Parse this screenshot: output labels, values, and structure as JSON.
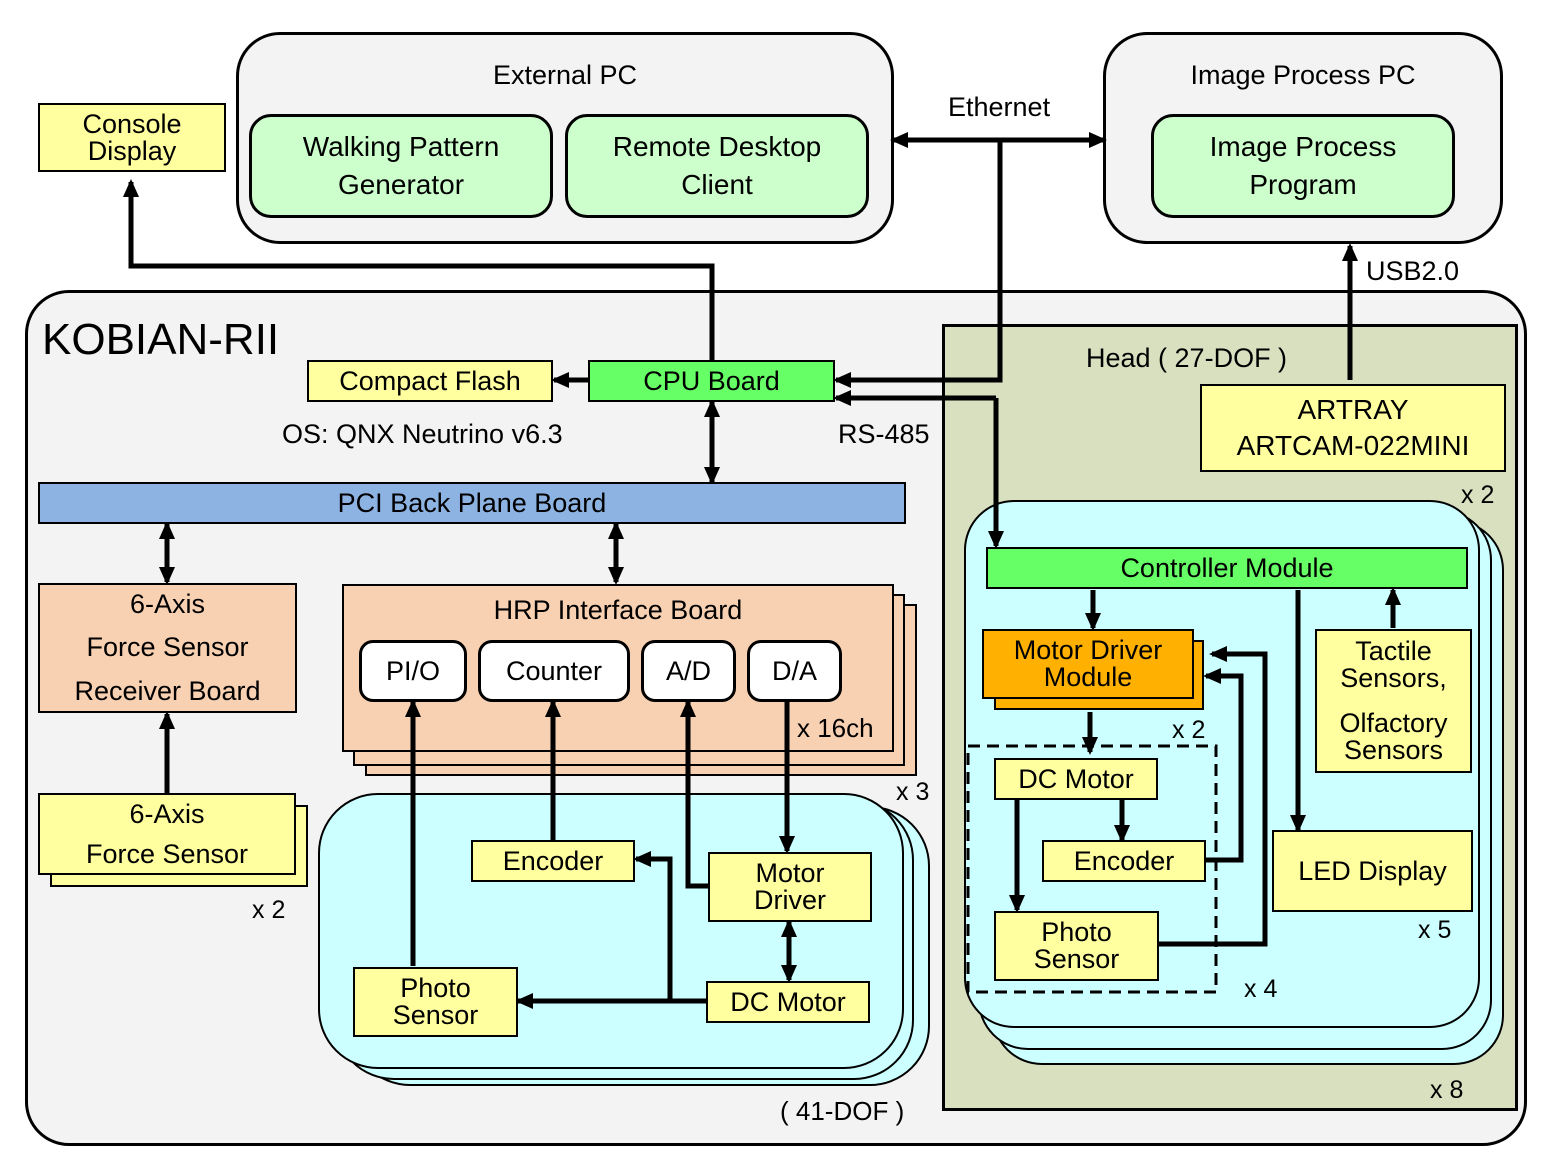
{
  "ext_pc": {
    "title": "External PC",
    "walking": [
      "Walking Pattern",
      "Generator"
    ],
    "remote": [
      "Remote Desktop",
      "Client"
    ]
  },
  "ethernet": "Ethernet",
  "img_pc": {
    "title": "Image Process PC",
    "program": [
      "Image Process",
      "Program"
    ]
  },
  "console": [
    "Console",
    "Display"
  ],
  "usb": "USB2.0",
  "robot": {
    "title": "KOBIAN-RII"
  },
  "compact_flash": "Compact Flash",
  "cpu_board": "CPU Board",
  "os": "OS: QNX Neutrino v6.3",
  "rs485": "RS-485",
  "pci": "PCI Back Plane Board",
  "force_receiver": [
    "6-Axis",
    "Force Sensor",
    "Receiver Board"
  ],
  "force_sensor": [
    "6-Axis",
    "Force Sensor"
  ],
  "x2_force": "x 2",
  "hrp": {
    "title": "HRP Interface Board",
    "ports": [
      "PI/O",
      "Counter",
      "A/D",
      "D/A"
    ],
    "ch": "x 16ch",
    "x3": "x 3"
  },
  "body_joint": {
    "encoder": "Encoder",
    "motor_driver": [
      "Motor",
      "Driver"
    ],
    "photo": [
      "Photo",
      "Sensor"
    ],
    "dc_motor": "DC Motor",
    "dof": "( 41-DOF )"
  },
  "head": {
    "title": "Head ( 27-DOF )",
    "camera": [
      "ARTRAY",
      "ARTCAM-022MINI"
    ],
    "x2_cam": "x 2",
    "controller": "Controller Module",
    "mdm": [
      "Motor Driver",
      "Module"
    ],
    "x2_mdm": "x 2",
    "dc_motor": "DC Motor",
    "encoder": "Encoder",
    "photo": [
      "Photo",
      "Sensor"
    ],
    "x4": "x 4",
    "tactile": [
      "Tactile",
      "Sensors,",
      "Olfactory",
      "Sensors"
    ],
    "led": "LED Display",
    "x5": "x 5",
    "x8": "x 8"
  }
}
